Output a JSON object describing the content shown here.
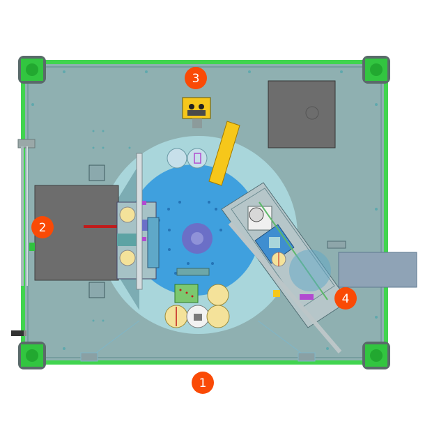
{
  "markers": [
    {
      "label": "1",
      "target": "base-frame"
    },
    {
      "label": "2",
      "target": "left-module"
    },
    {
      "label": "3",
      "target": "top-fixture"
    },
    {
      "label": "4",
      "target": "right-arm"
    }
  ],
  "colors": {
    "base_plate": "#8fb0b1",
    "frame_green": "#41d44f",
    "foot_green": "#32c540",
    "turntable_outer": "#a9d6db",
    "turntable_inner": "#3fa0de",
    "hub_purple": "#6b6fc7",
    "dark_block": "#6d6d6d",
    "arm_gray": "#b6c6c9",
    "yellow_arm": "#f6c71a",
    "marker_orange": "#fa4a06",
    "red_rod": "#c11b1b",
    "conveyor": "#8fa3b6"
  }
}
